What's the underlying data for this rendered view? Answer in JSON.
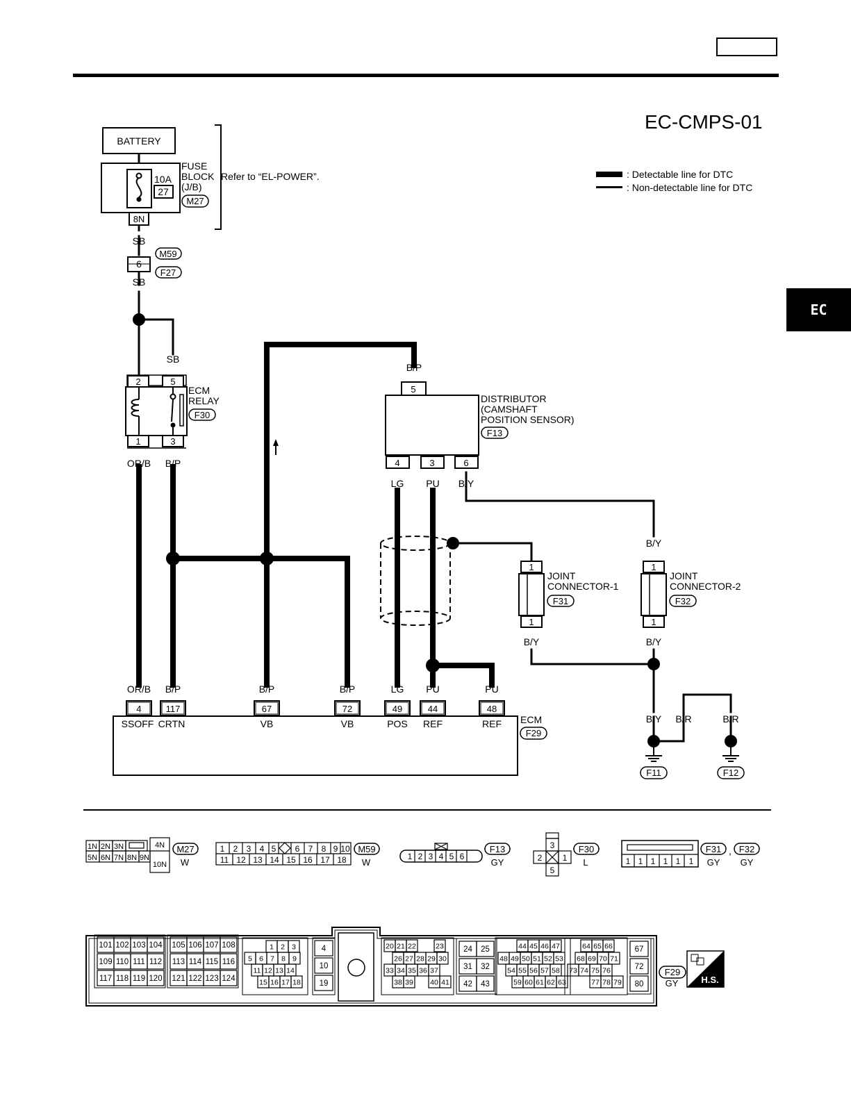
{
  "page": {
    "side_tab": "EC",
    "diagram_id": "EC-CMPS-01"
  },
  "legend": [
    {
      "label": ": Detectable line for DTC",
      "style": "thick"
    },
    {
      "label": ": Non-detectable line for DTC",
      "style": "thin"
    }
  ],
  "battery": {
    "label": "BATTERY"
  },
  "fuse": {
    "amp": "10A",
    "number": "27",
    "block_lines": [
      "FUSE",
      "BLOCK",
      "(J/B)"
    ],
    "connector": "M27",
    "terminal": "8N",
    "note": "Refer to “EL-POWER”."
  },
  "wires": {
    "sb": "SB",
    "orb": "OR/B",
    "bp": "B/P",
    "lg": "LG",
    "pu": "PU",
    "by": "B/Y",
    "br": "B/R"
  },
  "joint_m59_f27": {
    "top": "M59",
    "bottom": "F27",
    "pin": "6"
  },
  "ecm_relay": {
    "lines": [
      "ECM",
      "RELAY"
    ],
    "connector": "F30",
    "pins": [
      "2",
      "5",
      "1",
      "3"
    ]
  },
  "distributor": {
    "lines": [
      "DISTRIBUTOR",
      "(CAMSHAFT",
      "POSITION SENSOR)"
    ],
    "connector": "F13",
    "pins": [
      "5",
      "4",
      "3",
      "6"
    ]
  },
  "jc1": {
    "lines": [
      "JOINT",
      "CONNECTOR-1"
    ],
    "connector": "F31",
    "pin": "1"
  },
  "jc2": {
    "lines": [
      "JOINT",
      "CONNECTOR-2"
    ],
    "connector": "F32",
    "pin": "1"
  },
  "ecm": {
    "label": "ECM",
    "connector": "F29",
    "terminals": [
      {
        "pin": "4",
        "name": "SSOFF"
      },
      {
        "pin": "117",
        "name": "CRTN"
      },
      {
        "pin": "67",
        "name": "VB"
      },
      {
        "pin": "72",
        "name": "VB"
      },
      {
        "pin": "49",
        "name": "POS"
      },
      {
        "pin": "44",
        "name": "REF"
      },
      {
        "pin": "48",
        "name": "REF"
      }
    ]
  },
  "grounds": [
    "F11",
    "F12"
  ],
  "connector_views": {
    "m27": {
      "id": "M27",
      "color": "W",
      "top": [
        "1N",
        "2N",
        "3N"
      ],
      "bottom": [
        "5N",
        "6N",
        "7N",
        "8N",
        "9N"
      ],
      "right": [
        "4N",
        "10N"
      ]
    },
    "m59": {
      "id": "M59",
      "color": "W",
      "top": [
        "1",
        "2",
        "3",
        "4",
        "5",
        "6",
        "7",
        "8",
        "9",
        "10"
      ],
      "bottom": [
        "11",
        "12",
        "13",
        "14",
        "15",
        "16",
        "17",
        "18"
      ]
    },
    "f13": {
      "id": "F13",
      "color": "GY",
      "pins": [
        "1",
        "2",
        "3",
        "4",
        "5",
        "6"
      ]
    },
    "f30": {
      "id": "F30",
      "color": "L",
      "pins": [
        "3",
        "2",
        "1",
        "5"
      ]
    },
    "f31f32": {
      "ids": [
        "F31",
        "F32"
      ],
      "sep": ",",
      "colors": [
        "GY",
        "GY"
      ],
      "pins": [
        "1",
        "1",
        "1",
        "1",
        "1",
        "1"
      ]
    },
    "f29": {
      "id": "F29",
      "color": "GY",
      "badge": "H.S.",
      "blocks": [
        [
          "101",
          "102",
          "103",
          "104",
          "109",
          "110",
          "111",
          "112",
          "117",
          "118",
          "119",
          "120"
        ],
        [
          "105",
          "106",
          "107",
          "108",
          "113",
          "114",
          "115",
          "116",
          "121",
          "122",
          "123",
          "124"
        ],
        [
          "1",
          "2",
          "3",
          "5",
          "6",
          "7",
          "8",
          "9",
          "11",
          "12",
          "13",
          "14",
          "15",
          "16",
          "17",
          "18"
        ],
        [
          "4",
          "10",
          "19"
        ],
        [
          "20",
          "21",
          "22",
          "23",
          "26",
          "27",
          "28",
          "29",
          "30",
          "33",
          "34",
          "35",
          "36",
          "37",
          "38",
          "39",
          "40",
          "41"
        ],
        [
          "24",
          "25",
          "31",
          "32",
          "42",
          "43"
        ],
        [
          "44",
          "45",
          "46",
          "47",
          "48",
          "49",
          "50",
          "51",
          "52",
          "53",
          "54",
          "55",
          "56",
          "57",
          "58",
          "59",
          "60",
          "61",
          "62",
          "63"
        ],
        [
          "64",
          "65",
          "66",
          "68",
          "69",
          "70",
          "71",
          "73",
          "74",
          "75",
          "76",
          "77",
          "78",
          "79"
        ],
        [
          "67",
          "72",
          "80"
        ]
      ]
    }
  }
}
